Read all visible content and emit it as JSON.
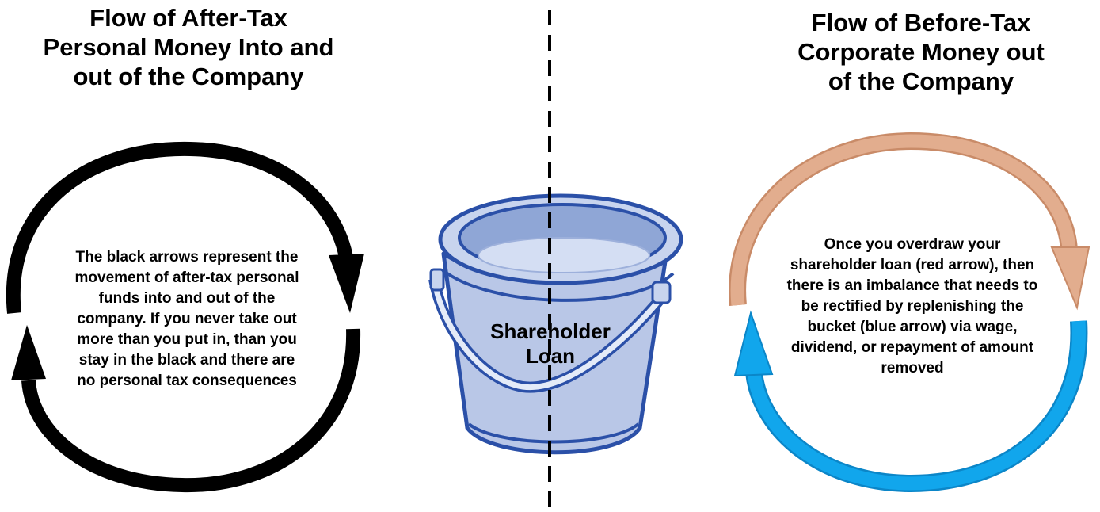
{
  "left_panel": {
    "title": "Flow of After-Tax\nPersonal Money Into and\nout of the Company",
    "description": "The black arrows represent the\nmovement of after-tax personal\nfunds into and out of the\ncompany.  If you never take out\nmore than you put in, than you\nstay in the black and there are\nno personal tax consequences"
  },
  "right_panel": {
    "title": "Flow of Before-Tax\nCorporate Money out\nof the Company",
    "description": "Once you overdraw your\nshareholder loan (red arrow), then\nthere is an imbalance that needs to\nbe rectified by replenishing the\nbucket (blue arrow) via wage,\ndividend, or repayment of amount\nremoved"
  },
  "bucket": {
    "label": "Shareholder\nLoan",
    "icon": "bucket-icon"
  },
  "colors": {
    "black_arrow": "#000000",
    "red_arrow": "#e2ad8e",
    "red_arrow_outline": "#c98b68",
    "blue_arrow": "#11a6ec",
    "blue_arrow_outline": "#0b86c8",
    "bucket_fill": "#b7c6e6",
    "bucket_outline": "#2b50a8",
    "divider": "#000000"
  }
}
